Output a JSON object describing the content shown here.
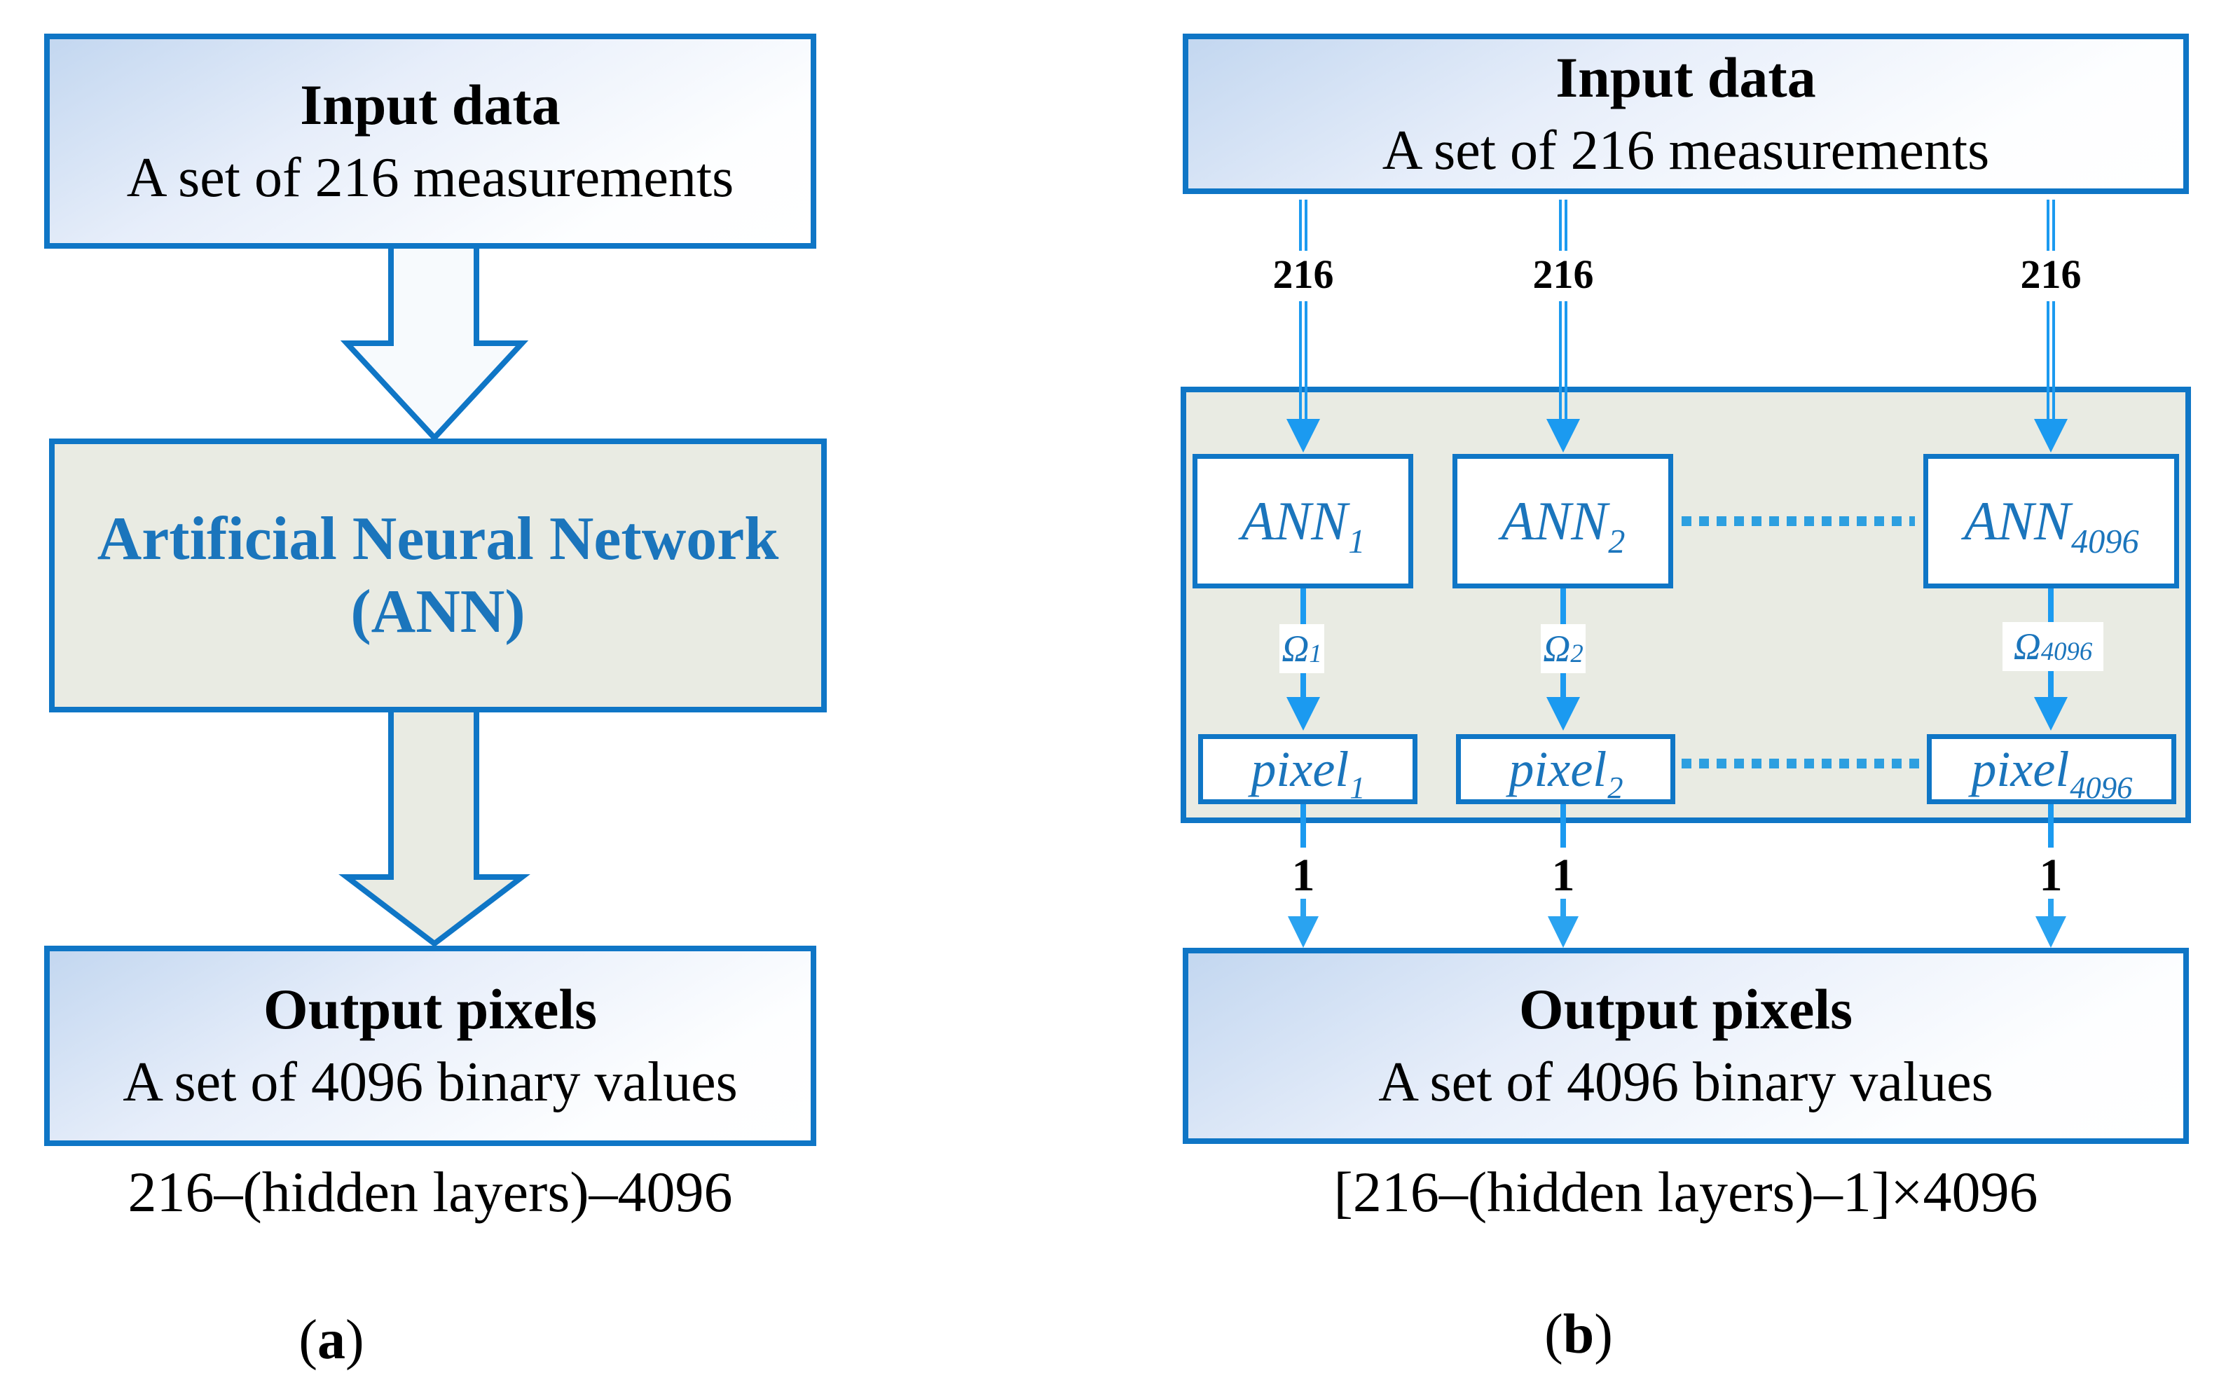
{
  "figure": {
    "panel_a": {
      "input_box": {
        "title": "Input data",
        "subtitle": "A set of 216 measurements"
      },
      "ann_box": {
        "line1": "Artificial Neural Network",
        "line2": "(ANN)"
      },
      "output_box": {
        "title": "Output pixels",
        "subtitle": "A set of 4096 binary values"
      },
      "formula": "216–(hidden layers)–4096",
      "caption_open": "(",
      "caption_letter": "a",
      "caption_close": ")"
    },
    "panel_b": {
      "input_box": {
        "title": "Input data",
        "subtitle": "A set of 216 measurements"
      },
      "arrow_labels": [
        "216",
        "216",
        "216"
      ],
      "ann_units": [
        {
          "base": "ANN",
          "sub": "1"
        },
        {
          "base": "ANN",
          "sub": "2"
        },
        {
          "base": "ANN",
          "sub": "4096"
        }
      ],
      "weight_labels": [
        {
          "base": "Ω",
          "sub": "1"
        },
        {
          "base": "Ω",
          "sub": "2"
        },
        {
          "base": "Ω",
          "sub": "4096"
        }
      ],
      "pixel_units": [
        {
          "base": "pixel",
          "sub": "1"
        },
        {
          "base": "pixel",
          "sub": "2"
        },
        {
          "base": "pixel",
          "sub": "4096"
        }
      ],
      "output_arrow_labels": [
        "1",
        "1",
        "1"
      ],
      "output_box": {
        "title": "Output pixels",
        "subtitle": "A set of 4096 binary values"
      },
      "formula": "[216–(hidden layers)–1]×4096",
      "caption_open": "(",
      "caption_letter": "b",
      "caption_close": ")"
    },
    "colors": {
      "box_border": "#0f76c6",
      "connector_blue": "#1b9af0",
      "light_arrow_blue": "#2aa3f0",
      "ann_text_blue": "#1b75bc",
      "gray_fill": "#e9ebe3",
      "gradient_blue": "#c3d7f0",
      "dotted_blue": "#2d9fe0",
      "text_black": "#000000"
    }
  }
}
